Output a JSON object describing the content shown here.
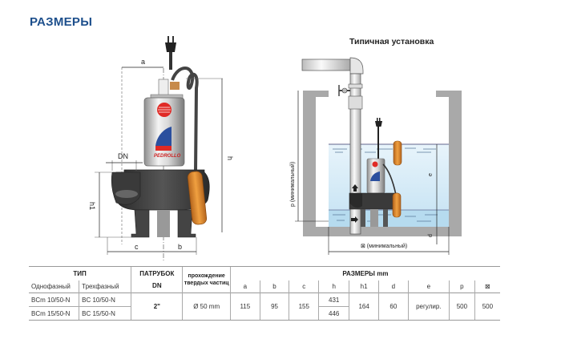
{
  "heading": "РАЗМЕРЫ",
  "installation_title": "Типичная установка",
  "pump_drawing": {
    "dimension_labels": {
      "a": "a",
      "b": "b",
      "c": "c",
      "h": "h",
      "h1": "h1",
      "DN": "DN"
    },
    "brand_text": "PEDROLLO"
  },
  "installation_drawing": {
    "dimension_labels": {
      "p": "p (минимальный)",
      "e": "e",
      "d": "d",
      "square": "⊠ (минимальный)"
    }
  },
  "colors": {
    "heading": "#1d4f8c",
    "water": "#cfe8f6",
    "concrete": "#a9a9a9",
    "pump_body": "#3c3c3c",
    "float": "#e0892b",
    "logo_red": "#e02a25"
  },
  "table": {
    "headers": {
      "type": "ТИП",
      "single_phase": "Однофазный",
      "three_phase": "Трехфазный",
      "outlet": "ПАТРУБОК",
      "outlet_dn": "DN",
      "solids_line1": "прохождение",
      "solids_line2": "твердых частиц",
      "dimensions": "РАЗМЕРЫ mm",
      "columns": [
        "a",
        "b",
        "c",
        "h",
        "h1",
        "d",
        "e",
        "p",
        "⊠"
      ]
    },
    "rows": [
      {
        "single_phase": "BCm 10/50-N",
        "three_phase": "BC 10/50-N",
        "h": "431"
      },
      {
        "single_phase": "BCm 15/50-N",
        "three_phase": "BC 15/50-N",
        "h": "446"
      }
    ],
    "shared": {
      "dn": "2\"",
      "solids": "Ø 50 mm",
      "a": "115",
      "b": "95",
      "c": "155",
      "h1": "164",
      "d": "60",
      "e": "регулир.",
      "p": "500",
      "square": "500"
    }
  }
}
